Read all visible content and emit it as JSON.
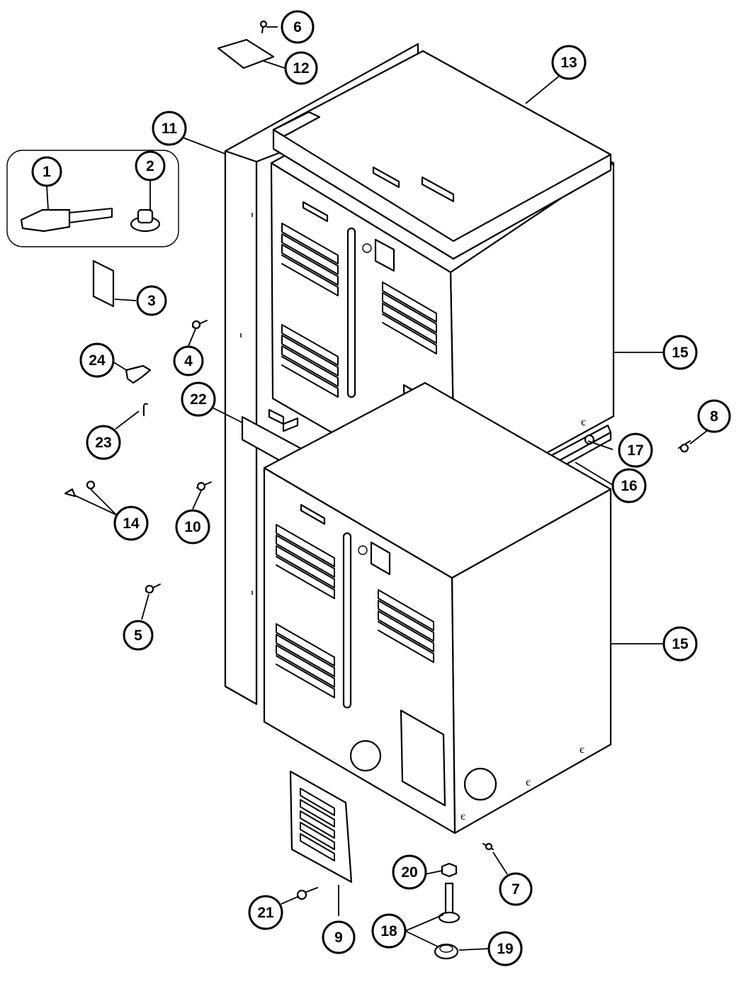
{
  "diagram": {
    "callouts": [
      {
        "id": "c1",
        "label": "1"
      },
      {
        "id": "c2",
        "label": "2"
      },
      {
        "id": "c3",
        "label": "3"
      },
      {
        "id": "c4",
        "label": "4"
      },
      {
        "id": "c5",
        "label": "5"
      },
      {
        "id": "c6",
        "label": "6"
      },
      {
        "id": "c7",
        "label": "7"
      },
      {
        "id": "c8",
        "label": "8"
      },
      {
        "id": "c9",
        "label": "9"
      },
      {
        "id": "c10",
        "label": "10"
      },
      {
        "id": "c11",
        "label": "11"
      },
      {
        "id": "c12",
        "label": "12"
      },
      {
        "id": "c13",
        "label": "13"
      },
      {
        "id": "c14",
        "label": "14"
      },
      {
        "id": "c15a",
        "label": "15"
      },
      {
        "id": "c15b",
        "label": "15"
      },
      {
        "id": "c16",
        "label": "16"
      },
      {
        "id": "c17",
        "label": "17"
      },
      {
        "id": "c18",
        "label": "18"
      },
      {
        "id": "c19",
        "label": "19"
      },
      {
        "id": "c20",
        "label": "20"
      },
      {
        "id": "c21",
        "label": "21"
      },
      {
        "id": "c22",
        "label": "22"
      },
      {
        "id": "c23",
        "label": "23"
      },
      {
        "id": "c24",
        "label": "24"
      }
    ]
  }
}
